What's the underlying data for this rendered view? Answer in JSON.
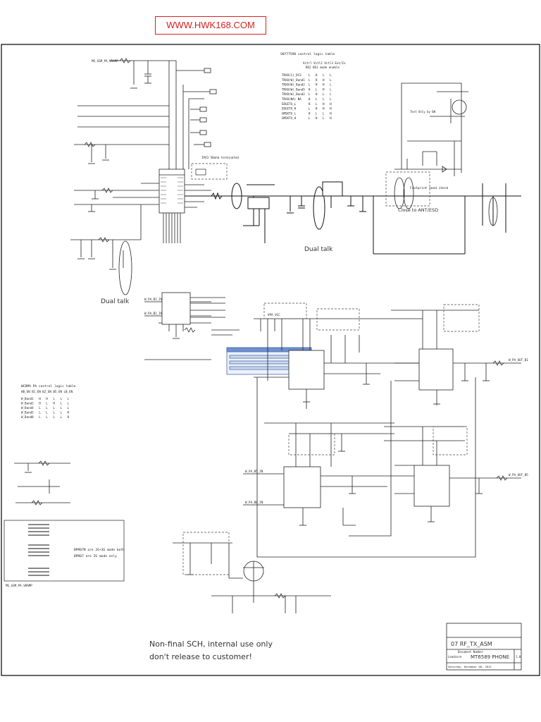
{
  "banner": {
    "text": "WWW.HWK168.COM",
    "color": "#d92020"
  },
  "sheet_frame": {
    "line_color": "#000000"
  },
  "tables": {
    "skyt_title": "SKY77590 control logic table",
    "skyt_head1": "Vctrl Vctl2 Vctl3  Ext/In",
    "skyt_head2": "BS2 BS1 mode enable",
    "skyt_rows": [
      "TRX0(1)_DCS    L   H   L   L",
      "TRX0(W)_Band1  L   H   H   L",
      "TRX0(W)_Band2  L   H   H   L",
      "TRX0(W)_Band5  H   L   H   L",
      "TRX0(W)_Band2  L   H   L   L",
      "TRX0(NA) NA    H   L   L   L",
      "EDGETX_L       H   L   H   H",
      "EDGETX_H       L   H   H   H",
      "GMSKTX_L       H   L   L   H",
      "GMSKTX_H       L   H   L   H"
    ],
    "wcdma_title": "WCDMA PA control logic table",
    "wcdma_head": "HB_EN B1_EN B2_EN B5_EN LB_EN",
    "wcdma_rows": [
      "W_Band1   H   H   L   L   L",
      "W_Band2   H   L   H   L   L",
      "W_Band4   L   L   L   L   L",
      "W_Band5   L   L   L   L   H",
      "W_Band8   L   L   L   L   H"
    ]
  },
  "annotations": {
    "dual_talk_left": "Dual talk",
    "dual_talk_mid": "Dual talk",
    "close_to_ant": "Close to ANT/ESD",
    "footprint": "Footprint need check",
    "test_only": "Test Only by BH",
    "ipx3": "IPX3 50ohm terminated",
    "gsm_note_1": "BPR07N are 2G+3G mode both",
    "gsm_note_2": "BPR07 are 2G mode only",
    "warning_1": "Non-final SCH, internal use only",
    "warning_2": "don't release to customer!"
  },
  "title_block": {
    "title": "07 RF_TX_ASM",
    "doc_label": "Document Number",
    "company": "Leadcore",
    "doc": "MT6589 PHONE",
    "date": "Saturday, December 08, 2012",
    "rev": "1.0"
  },
  "nets": {
    "top_left": "MS_GSM_PA_VRAMP",
    "bottom_left": "MS_GSM_PA_VRAMP",
    "wpa_b1": "W_PA_B1_IN",
    "wpa_b2": "W_PA_B2_IN",
    "wpa_b5": "W_PA_B5_IN",
    "wpa_b8": "W_PA_B8_IN",
    "wpa_out1": "W_PA_OUT_B1",
    "wpa_out5": "W_PA_OUT_B5",
    "vpa_vcc": "VPA_VCC"
  }
}
